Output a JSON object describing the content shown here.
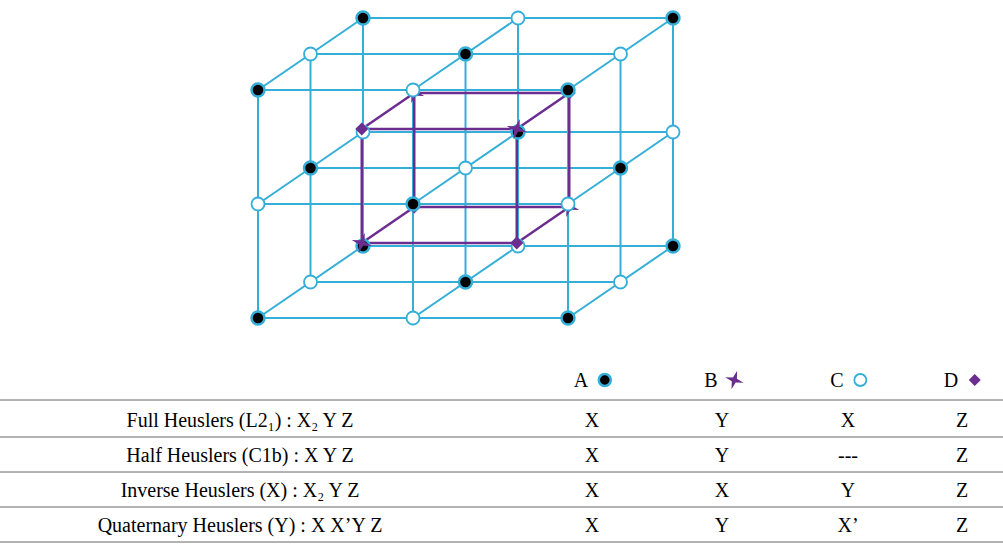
{
  "diagram": {
    "labels": [
      "Full Heuslers (L2₁) : X₂ Y Z",
      "X",
      "Y",
      "X",
      "Z",
      "Half Heuslers (C1b) : X Y Z",
      "X",
      "Y",
      "---",
      "Z",
      "Inverse Heuslers (X) : X₂ Y Z",
      "X",
      "X",
      "Y",
      "Z",
      "Quaternary Heuslers (Y) : X X’Y Z",
      "X",
      "Y",
      "X’",
      "Z"
    ],
    "legend": [
      {
        "text": "A"
      },
      {
        "text": "B"
      },
      {
        "text": "C"
      },
      {
        "text": "D"
      }
    ]
  }
}
